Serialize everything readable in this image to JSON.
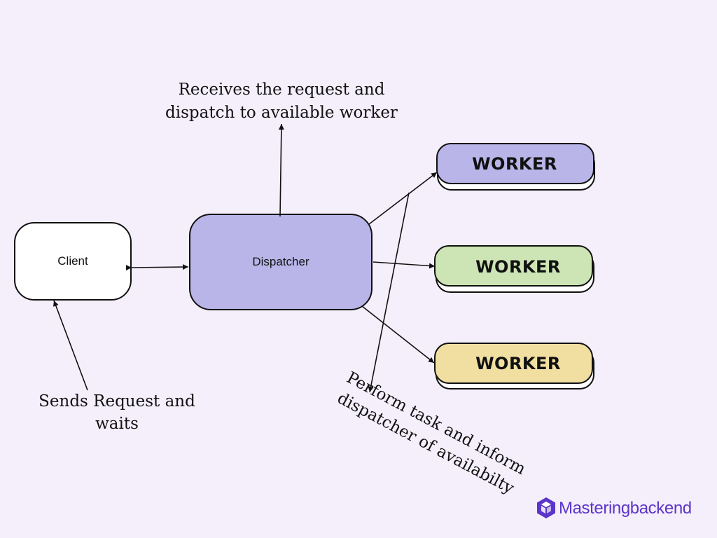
{
  "nodes": {
    "client": "Client",
    "dispatcher": "Dispatcher",
    "workers": [
      {
        "label": "WORKER",
        "color": "#b9b5e8"
      },
      {
        "label": "WORKER",
        "color": "#cde5b5"
      },
      {
        "label": "WORKER",
        "color": "#f0dfa1"
      }
    ]
  },
  "annotations": {
    "dispatcher_note": [
      "Receives the request and",
      "dispatch to available worker"
    ],
    "client_note": [
      "Sends Request and",
      "waits"
    ],
    "worker_note": [
      "Perform task and inform",
      "dispatcher of availabilty"
    ]
  },
  "brand": {
    "name": "Masteringbackend",
    "color": "#5b35c9",
    "icon": "hexagon-cube-icon"
  },
  "colors": {
    "background": "#f4effb",
    "dispatcher_fill": "#b9b5e8",
    "client_fill": "#ffffff"
  }
}
